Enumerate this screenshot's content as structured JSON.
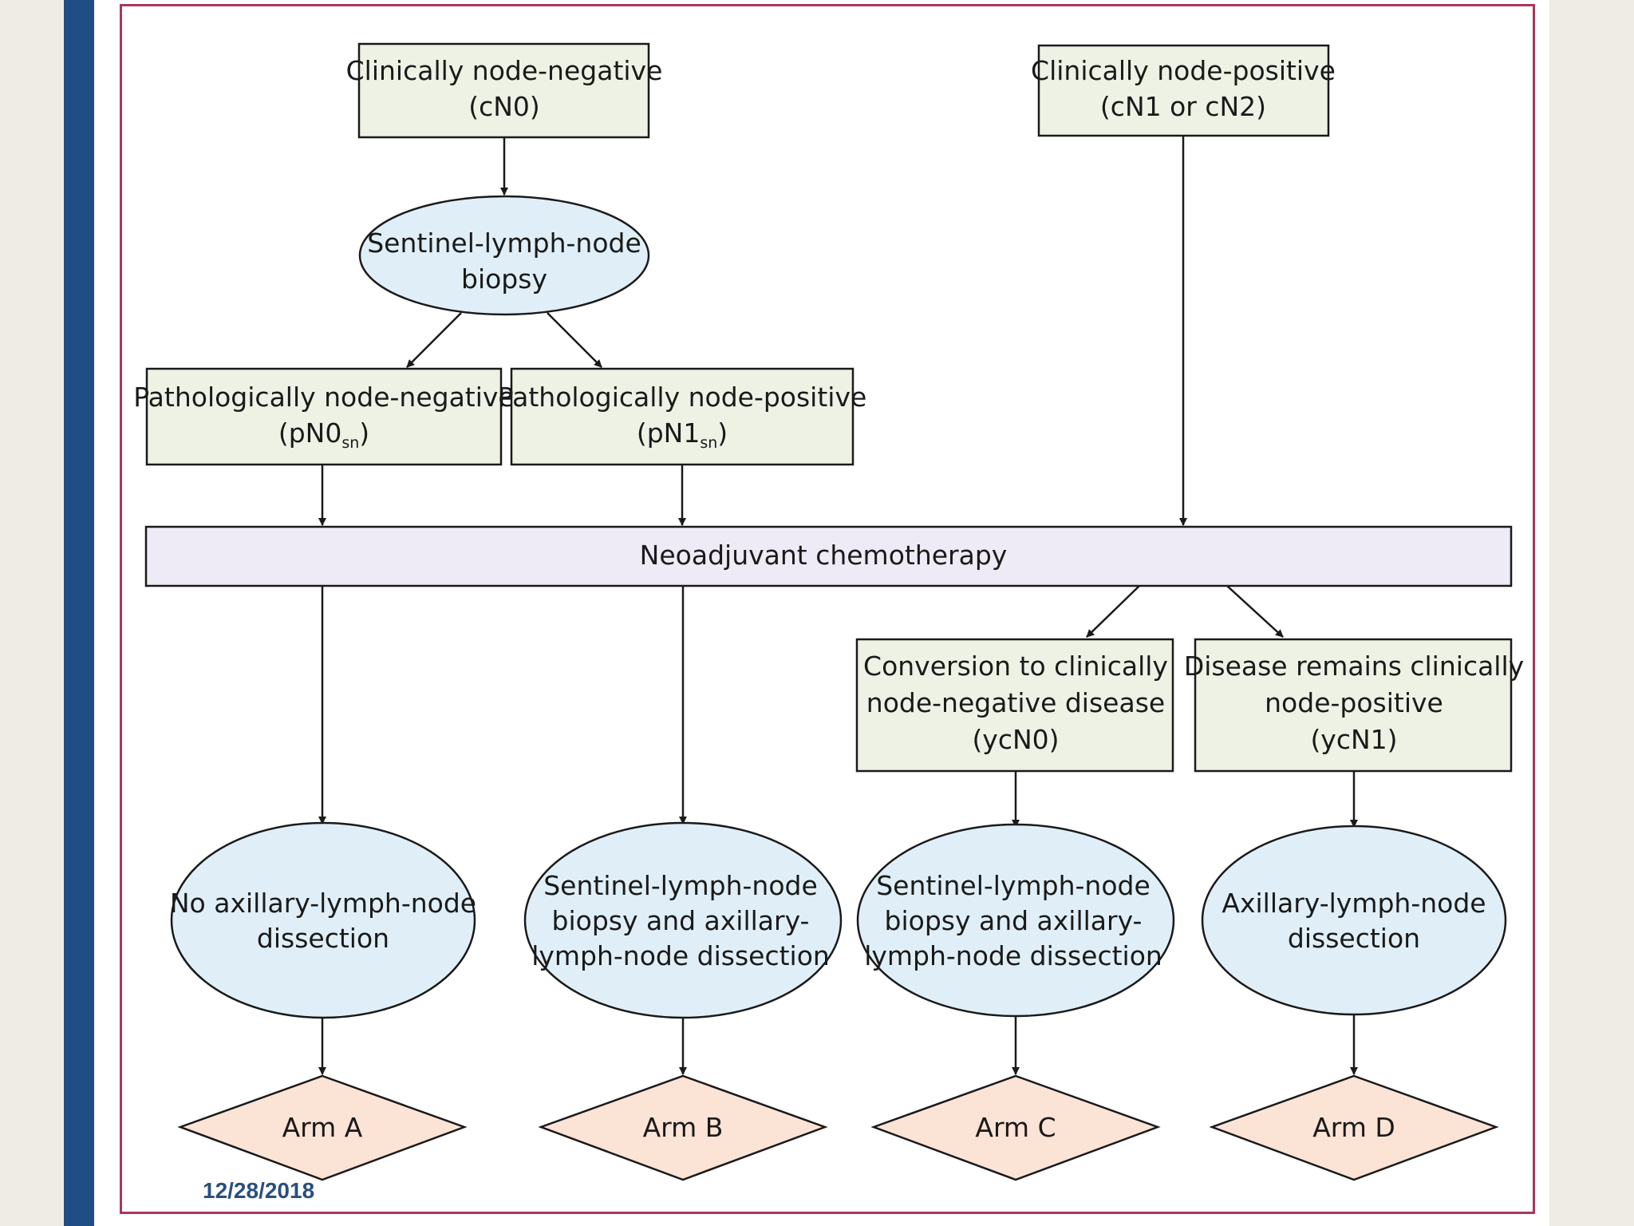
{
  "colors": {
    "rect_fill": "#eef2e4",
    "ellipse_fill": "#e0eff7",
    "bar_fill": "#eeeaf6",
    "diamond_fill": "#fbe3d6",
    "frame_border": "#a8385a",
    "left_bar": "#1f4e86",
    "date_text": "#2a4f7e"
  },
  "nodes": {
    "cn0": {
      "line1": "Clinically node-negative",
      "line2": "(cN0)"
    },
    "cn_pos": {
      "line1": "Clinically node-positive",
      "line2": "(cN1 or cN2)"
    },
    "slnb": {
      "line1": "Sentinel-lymph-node",
      "line2": "biopsy"
    },
    "pn0": {
      "line1": "Pathologically node-negative",
      "line2_main": "(pN0",
      "line2_sub": "sn",
      "line2_end": ")"
    },
    "pn1": {
      "line1": "Pathologically node-positive",
      "line2_main": "(pN1",
      "line2_sub": "sn",
      "line2_end": ")"
    },
    "nact": {
      "label": "Neoadjuvant chemotherapy"
    },
    "ycn0": {
      "line1": "Conversion to clinically",
      "line2": "node-negative disease",
      "line3": "(ycN0)"
    },
    "ycn1": {
      "line1": "Disease remains clinically",
      "line2": "node-positive",
      "line3": "(ycN1)"
    },
    "no_alnd": {
      "line1": "No axillary-lymph-node",
      "line2": "dissection"
    },
    "slnb_alnd_b": {
      "line1": "Sentinel-lymph-node",
      "line2": "biopsy and axillary-",
      "line3": "lymph-node dissection"
    },
    "slnb_alnd_c": {
      "line1": "Sentinel-lymph-node",
      "line2": "biopsy and axillary-",
      "line3": "lymph-node dissection"
    },
    "alnd": {
      "line1": "Axillary-lymph-node",
      "line2": "dissection"
    },
    "arm_a": {
      "label": "Arm A"
    },
    "arm_b": {
      "label": "Arm B"
    },
    "arm_c": {
      "label": "Arm C"
    },
    "arm_d": {
      "label": "Arm D"
    }
  },
  "date": "12/28/2018"
}
